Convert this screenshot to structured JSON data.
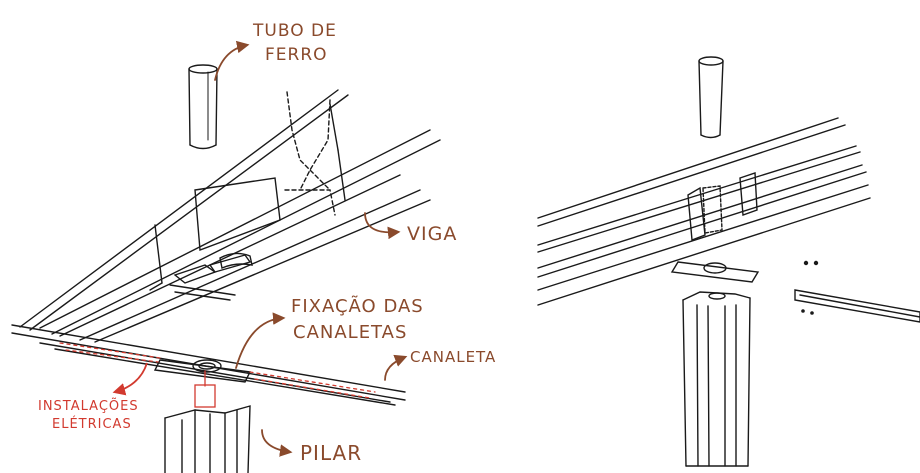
{
  "labels": {
    "tubo_line1": "TUBO DE",
    "tubo_line2": "FERRO",
    "viga": "VIGA",
    "fixacao_line1": "FIXAÇÃO DAS",
    "fixacao_line2": "CANALETAS",
    "canaleta": "CANALETA",
    "instalacoes_line1": "INSTALAÇÕES",
    "instalacoes_line2": "ELÉTRICAS",
    "pilar": "PILAR"
  },
  "colors": {
    "ink": "#1a1a1a",
    "annotation": "#8a4a2c",
    "wiring": "#d23a2f"
  }
}
